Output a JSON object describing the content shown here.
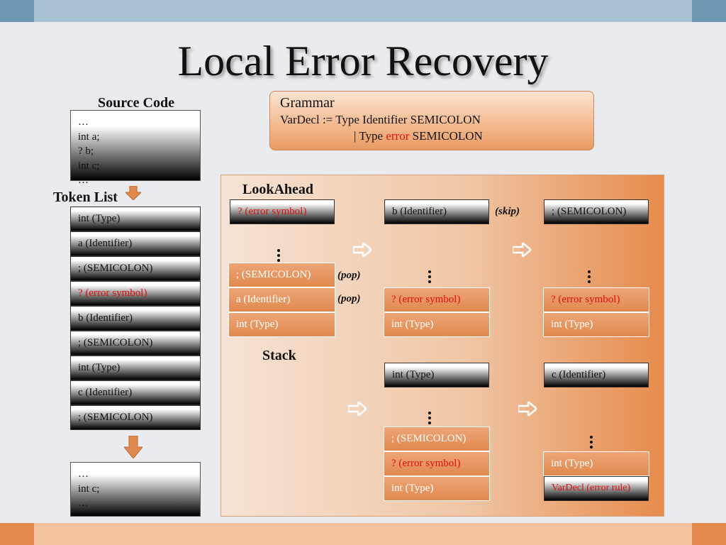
{
  "title": "Local Error Recovery",
  "source_code": {
    "label": "Source Code",
    "lines": [
      "…",
      "int a;",
      "? b;",
      "int c;",
      "…"
    ]
  },
  "token_list": {
    "label": "Token List",
    "tokens": [
      "int  (Type)",
      "a  (Identifier)",
      ";  (SEMICOLON)",
      "?  (error symbol)",
      "b  (Identifier)",
      ";  (SEMICOLON)",
      "int  (Type)",
      "c  (Identifier)",
      ";  (SEMICOLON)"
    ]
  },
  "output_code": {
    "lines": [
      "…",
      "int c;",
      "…"
    ]
  },
  "grammar": {
    "heading": "Grammar",
    "line1": "VarDecl := Type Identifier SEMICOLON",
    "line2_prefix": "| Type ",
    "line2_error": "error",
    "line2_suffix": " SEMICOLON"
  },
  "labels": {
    "lookahead": "LookAhead",
    "stack": "Stack"
  },
  "steps": {
    "s1": {
      "lookahead": "?  (error symbol)",
      "stack": [
        ";  (SEMICOLON)",
        "a  (Identifier)",
        "int  (Type)"
      ],
      "ann_pop1": "(pop)",
      "ann_pop2": "(pop)"
    },
    "s2": {
      "lookahead": "b  (Identifier)",
      "ann_skip": "(skip)",
      "stack": [
        "?  (error symbol)",
        "int  (Type)"
      ]
    },
    "s3": {
      "lookahead": ";  (SEMICOLON)",
      "stack": [
        "?  (error symbol)",
        "int  (Type)"
      ]
    },
    "s4": {
      "lookahead": "int  (Type)",
      "stack": [
        ";  (SEMICOLON)",
        "?  (error symbol)",
        "int  (Type)"
      ]
    },
    "s5": {
      "lookahead": "c  (Identifier)",
      "stack": [
        "int  (Type)",
        "VarDecl (error rule)"
      ]
    }
  },
  "colors": {
    "accent_orange": "#e28a4b",
    "error_red": "#e01010",
    "top_blue": "#a8c2d4"
  }
}
